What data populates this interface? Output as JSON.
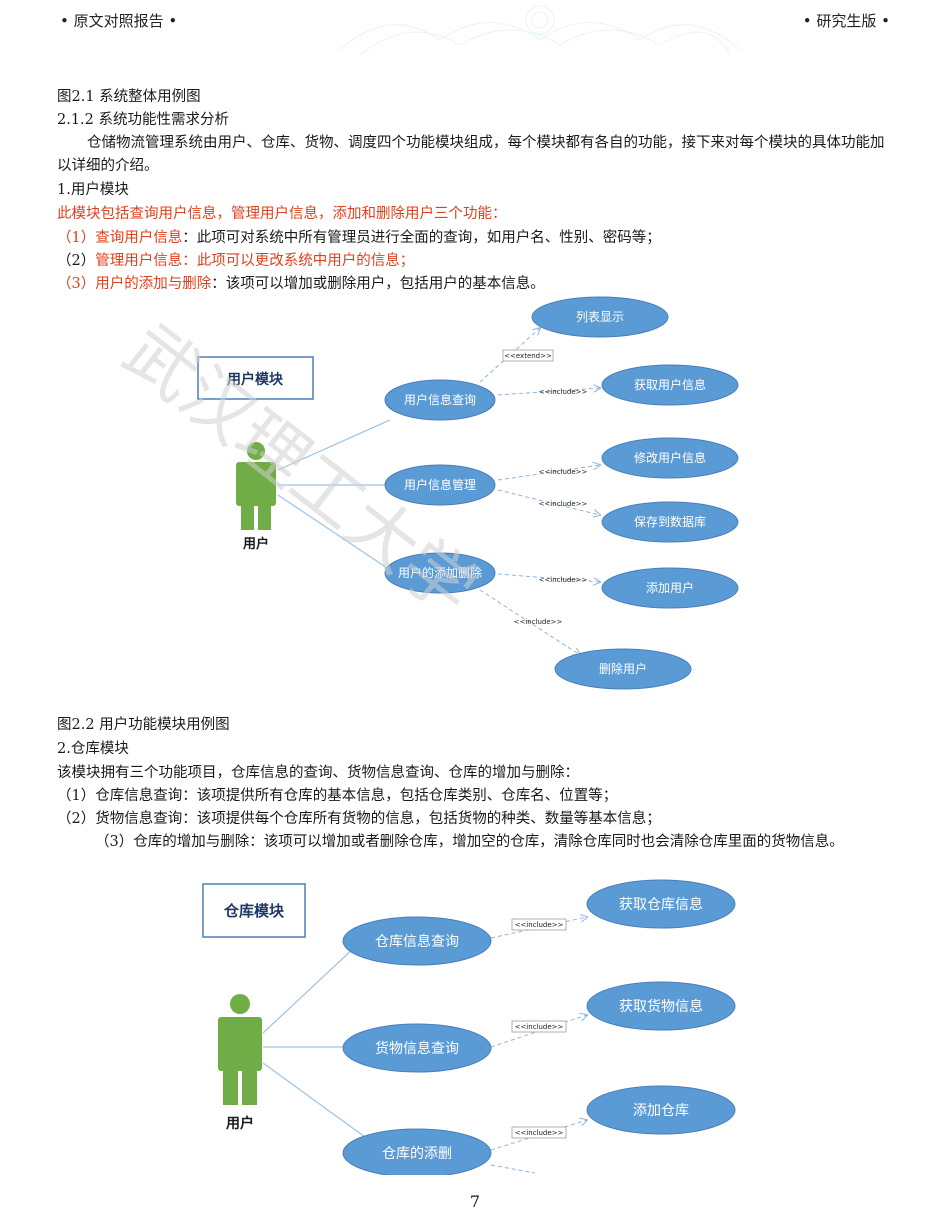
{
  "header": {
    "left": "• 原文对照报告 •",
    "right": "• 研究生版 •"
  },
  "lines": {
    "fig21": "图2.1 系统整体用例图",
    "sec212": "2.1.2 系统功能性需求分析",
    "intro_p": "仓储物流管理系统由用户、仓库、货物、调度四个功能模块组成，每个模块都有各自的功能，接下来对每个模块的具体功能加以详细的介绍。",
    "user_module": "1.用户模块",
    "user_desc": "此模块包括查询用户信息，管理用户信息，添加和删除用户三个功能：",
    "user_i1_prefix": "（1）",
    "user_i1_title": "查询用户信息",
    "user_i1_rest": "：此项可对系统中所有管理员进行全面的查询，如用户名、性别、密码等；",
    "user_i2_prefix": "（2）",
    "user_i2_title": "管理用户信息：此项可以更改系统中用户的信息；",
    "user_i3_prefix": "（3）",
    "user_i3_title": "用户的添加与删除",
    "user_i3_rest": "：该项可以增加或删除用户，包括用户的基本信息。",
    "fig22": "图2.2 用户功能模块用例图",
    "wh_module": "2.仓库模块",
    "wh_desc": "该模块拥有三个功能项目，仓库信息的查询、货物信息查询、仓库的增加与删除：",
    "wh_i1": "（1）仓库信息查询：该项提供所有仓库的基本信息，包括仓库类别、仓库名、位置等；",
    "wh_i2": "（2）货物信息查询：该项提供每个仓库所有货物的信息，包括货物的种类、数量等基本信息；",
    "wh_i3_p": "（3）仓库的增加与删除：该项可以增加或者删除仓库，增加空的仓库，清除仓库同时也会清除仓库里面的货物信息。"
  },
  "diagram1": {
    "box": "用户模块",
    "actor": "用户",
    "uc_main": [
      "用户信息查询",
      "用户信息管理",
      "用户的添加删除"
    ],
    "uc_sub": [
      "列表显示",
      "获取用户信息",
      "修改用户信息",
      "保存到数据库",
      "添加用户",
      "删除用户"
    ],
    "rel_extend": "<<extend>>",
    "rel_include": "<<include>>"
  },
  "diagram2": {
    "box": "仓库模块",
    "actor": "用户",
    "uc_main": [
      "仓库信息查询",
      "货物信息查询",
      "仓库的添删"
    ],
    "uc_sub": [
      "获取仓库信息",
      "获取货物信息",
      "添加仓库"
    ],
    "rel_include": "<<include>>"
  },
  "watermark": "武汉理工大学",
  "page_number": "7",
  "colors": {
    "ellipse": "#5b9bd5",
    "actor": "#70ad47",
    "red_text": "#e0401c",
    "line": "#9dc3e6"
  }
}
